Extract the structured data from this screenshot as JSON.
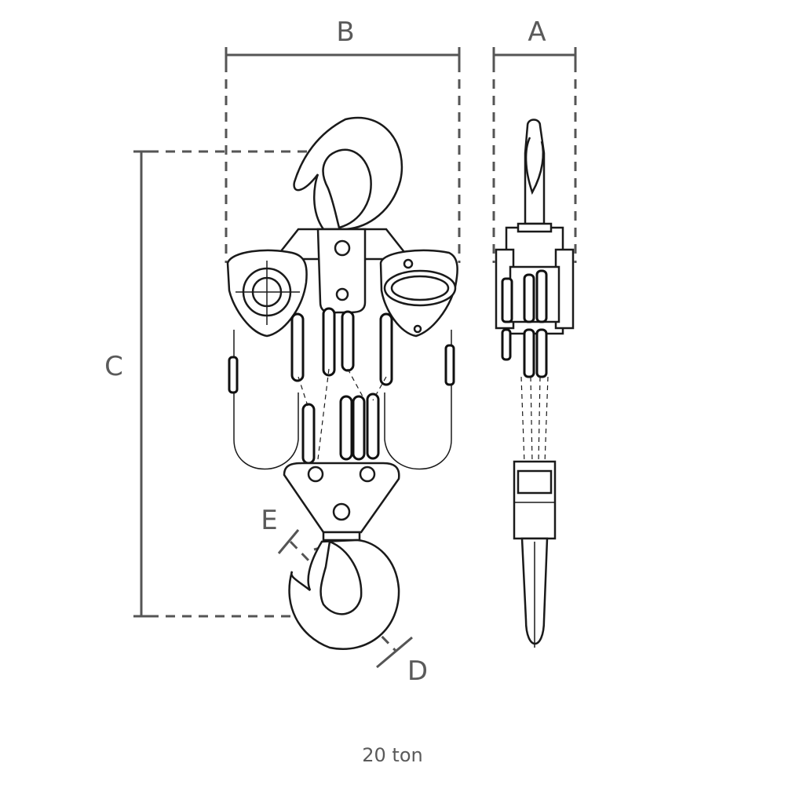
{
  "dimensions": {
    "a": "A",
    "b": "B",
    "c": "C",
    "d": "D",
    "e": "E"
  },
  "caption": "20 ton"
}
